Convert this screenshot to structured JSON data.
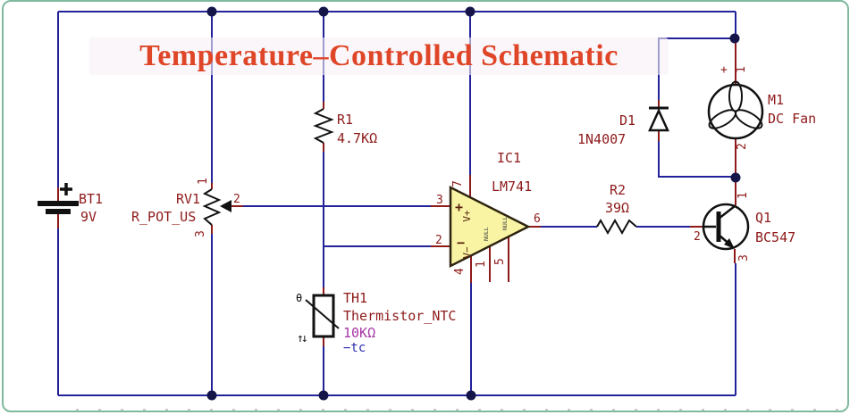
{
  "title": "Temperature–Controlled Schematic",
  "colors": {
    "wire": "#22229a",
    "pin": "#8e1a1a",
    "label": "#8e1a1a",
    "value2": "#a636a6",
    "tc": "#2c2cb0",
    "title": "#df4527",
    "symbol": "#111111",
    "opamp_fill": "#f8f4a4",
    "border": "#7fb99e"
  },
  "components": {
    "battery": {
      "ref": "BT1",
      "value": "9V",
      "plus": "+"
    },
    "pot": {
      "ref": "RV1",
      "value": "R_POT_US",
      "pin1": "1",
      "pin2": "2",
      "pin3": "3"
    },
    "r1": {
      "ref": "R1",
      "value": "4.7KΩ"
    },
    "thermistor": {
      "ref": "TH1",
      "value": "Thermistor_NTC",
      "resistance": "10KΩ",
      "tc": "−tc",
      "theta": "θ",
      "arrows": "↑↓"
    },
    "opamp": {
      "ref": "IC1",
      "value": "LM741",
      "pin2": "2",
      "pin3": "3",
      "pin4": "4",
      "pin7": "7",
      "pin6": "6",
      "pin1": "1",
      "pin5": "5",
      "plus": "+",
      "vplus": "V+",
      "minus": "−",
      "vminus": "V−",
      "null1": "NULL",
      "null2": "NULL"
    },
    "r2": {
      "ref": "R2",
      "value": "39Ω"
    },
    "d1": {
      "ref": "D1",
      "value": "1N4007"
    },
    "fan": {
      "ref": "M1",
      "value": "DC Fan",
      "pin1": "1",
      "pin2": "2",
      "plus": "+"
    },
    "q1": {
      "ref": "Q1",
      "value": "BC547",
      "pin1": "1",
      "pin2": "2",
      "pin3": "3"
    }
  }
}
